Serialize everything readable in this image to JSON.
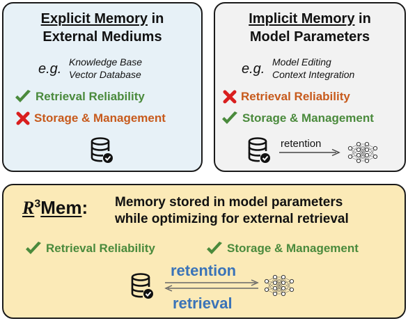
{
  "explicit": {
    "title_line1": "Explicit Memory",
    "title_line1_suffix": " in",
    "title_line2": "External Mediums",
    "eg_label": "e.g.",
    "examples": [
      "Knowledge Base",
      "Vector Database"
    ],
    "good": "Retrieval Reliability",
    "bad": "Storage & Management"
  },
  "implicit": {
    "title_line1": "Implicit Memory",
    "title_line1_suffix": " in",
    "title_line2": "Model Parameters",
    "eg_label": "e.g.",
    "examples": [
      "Model Editing",
      "Context Integration"
    ],
    "bad": "Retrieval Reliability",
    "good": "Storage & Management",
    "arrow_label": "retention"
  },
  "r3mem": {
    "name_prefix": "R",
    "name_sup": "3",
    "name_suffix": "Mem",
    "colon": ":",
    "desc_line1": "Memory stored in model parameters",
    "desc_line2": "while optimizing for external retrieval",
    "good1": "Retrieval Reliability",
    "good2": "Storage & Management",
    "forward_label": "retention",
    "backward_label": "retrieval"
  },
  "colors": {
    "check": "#4a8a3c",
    "cross": "#d91e1e",
    "good_text": "#4a8a3c",
    "bad_text": "#c75a1c",
    "arrow_text": "#3a73b8",
    "explicit_bg": "#e7f1f7",
    "implicit_bg": "#f2f2f2",
    "r3_bg": "#fbeab7"
  },
  "icons": [
    "database-check-icon",
    "neural-network-icon",
    "check-icon",
    "cross-icon"
  ]
}
